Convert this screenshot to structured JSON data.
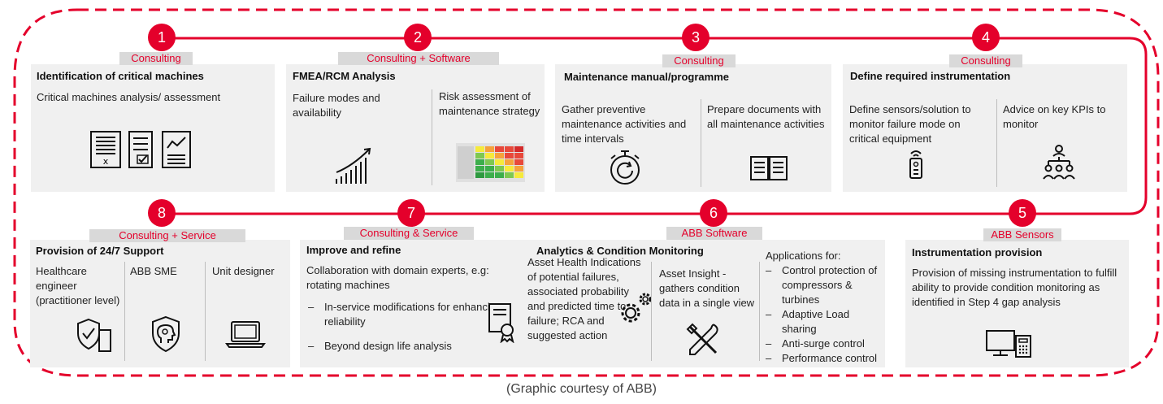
{
  "caption": "(Graphic courtesy of ABB)",
  "steps": [
    {
      "num": "1",
      "tag": "Consulting",
      "title": "Identification of critical machines",
      "text": "Critical machines analysis/ assessment"
    },
    {
      "num": "2",
      "tag": "Consulting + Software",
      "title": "FMEA/RCM Analysis",
      "col1": "Failure modes and availability",
      "col2": "Risk assessment of maintenance strategy"
    },
    {
      "num": "3",
      "tag": "Consulting",
      "title": "Maintenance manual/programme",
      "col1": "Gather preventive maintenance activities and time intervals",
      "col2": "Prepare documents with all maintenance activities"
    },
    {
      "num": "4",
      "tag": "Consulting",
      "title": "Define required instrumentation",
      "col1": "Define sensors/solution to monitor failure mode on critical equipment",
      "col2": "Advice on key KPIs to monitor"
    },
    {
      "num": "5",
      "tag": "ABB Sensors",
      "title": "Instrumentation provision",
      "text": "Provision of missing instrumentation to fulfill ability to provide condition monitoring as identified in Step 4 gap analysis"
    },
    {
      "num": "6",
      "tag": "ABB Software",
      "title": "Analytics & Condition Monitoring",
      "col1": "Asset Health Indications of potential failures, associated probability and predicted time to failure; RCA and suggested action",
      "col2": "Asset Insight - gathers condition data in a single view",
      "col3_head": "Applications for:",
      "col3_items": [
        "Control protection of compressors & turbines",
        "Adaptive Load sharing",
        "Anti-surge control",
        "Performance control"
      ]
    },
    {
      "num": "7",
      "tag": "Consulting & Service",
      "title": "Improve and refine",
      "text": "Collaboration with domain experts, e.g: rotating machines",
      "items": [
        "In-service modifications for enhancing reliability",
        "Beyond design life analysis"
      ]
    },
    {
      "num": "8",
      "tag": "Consulting + Service",
      "title": "Provision of 24/7 Support",
      "col1": "Healthcare engineer (practitioner level)",
      "col2": "ABB SME",
      "col3": "Unit designer"
    }
  ],
  "icons": [
    "checklist-document-icon",
    "form-checkbox-icon",
    "trend-report-icon",
    "growth-bars-icon",
    "risk-matrix-icon",
    "stopwatch-icon",
    "open-book-icon",
    "remote-sensor-icon",
    "hierarchy-icon",
    "monitor-terminal-icon",
    "certificate-icon",
    "gears-icon",
    "tools-icon",
    "shield-check-icon",
    "head-gear-icon",
    "laptop-icon"
  ],
  "colors": {
    "accent": "#e4002b",
    "box": "#f0f0f0",
    "tag_bg": "#d9d9d9"
  }
}
